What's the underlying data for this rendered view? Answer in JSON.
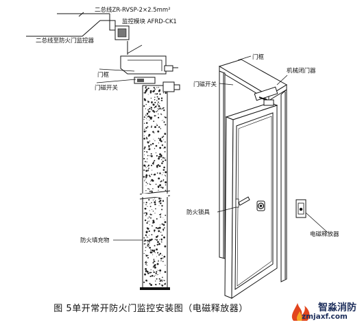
{
  "labels": {
    "bus_line_2": "二总线ZR-RVSP-2×2.5mm²",
    "monitor_module": "监控模块 AFRD-CK1",
    "bus_to_controller": "二总线至防火门监控器",
    "door_frame_left": "门框",
    "magnetic_switch_left": "门磁开关",
    "door_frame_right": "门框",
    "magnetic_switch_right": "门磁开关",
    "mechanical_closer": "机械闭门器",
    "fire_lock": "防火锁具",
    "fire_filler": "防火填充物",
    "em_release": "电磁释放器"
  },
  "caption": "图 5单开常开防火门监控安装图（电磁释放器）",
  "watermark": {
    "name": "智淼消防",
    "site": "zmjaxf.com"
  }
}
